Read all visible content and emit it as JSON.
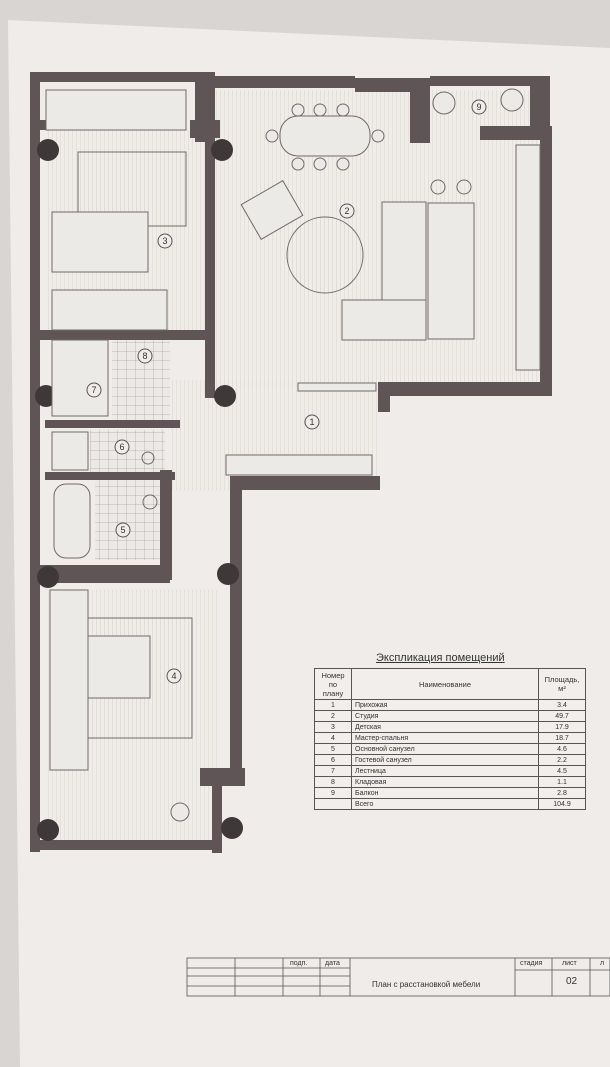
{
  "plan": {
    "rooms": [
      {
        "num": "1",
        "label": "1"
      },
      {
        "num": "2",
        "label": "2"
      },
      {
        "num": "3",
        "label": "3"
      },
      {
        "num": "4",
        "label": "4"
      },
      {
        "num": "5",
        "label": "5"
      },
      {
        "num": "6",
        "label": "6"
      },
      {
        "num": "7",
        "label": "7"
      },
      {
        "num": "8",
        "label": "8"
      },
      {
        "num": "9",
        "label": "9"
      }
    ]
  },
  "explication": {
    "title": "Экспликация помещений",
    "headers": {
      "num": "Номер по плану",
      "name": "Наименование",
      "area": "Площадь, м²"
    },
    "rows": [
      {
        "num": "1",
        "name": "Прихожая",
        "area": "3.4"
      },
      {
        "num": "2",
        "name": "Студия",
        "area": "49.7"
      },
      {
        "num": "3",
        "name": "Детская",
        "area": "17.9"
      },
      {
        "num": "4",
        "name": "Мастер-спальня",
        "area": "18.7"
      },
      {
        "num": "5",
        "name": "Основной санузел",
        "area": "4.6"
      },
      {
        "num": "6",
        "name": "Гостевой санузел",
        "area": "2.2"
      },
      {
        "num": "7",
        "name": "Лестница",
        "area": "4.5"
      },
      {
        "num": "8",
        "name": "Кладовая",
        "area": "1.1"
      },
      {
        "num": "9",
        "name": "Балкон",
        "area": "2.8"
      }
    ],
    "total_label": "Всего",
    "total_area": "104.9"
  },
  "title_block": {
    "podp": "подп.",
    "data": "дата",
    "stadiya": "стадия",
    "list": "лист",
    "sheet_title": "План с расстановкой мебели",
    "sheet_number": "02",
    "cut_label": "л"
  },
  "colors": {
    "wall": "#5f5556",
    "paper": "#efece9",
    "line": "#6e6a68"
  }
}
